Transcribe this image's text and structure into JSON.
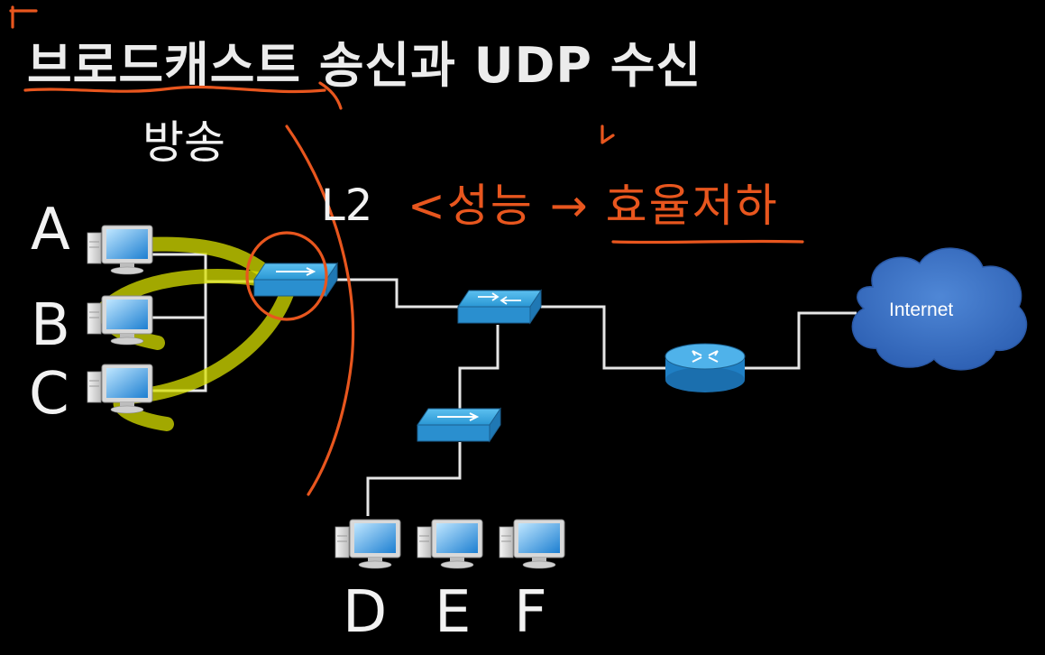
{
  "slide": {
    "title": "브로드캐스트 송신과 UDP 수신"
  },
  "annotations": {
    "broadcast_note": "방송",
    "layer": "L2",
    "performance_note": "<성능 → 효율저하",
    "host_labels_left": [
      "A",
      "B",
      "C"
    ],
    "host_labels_bottom": [
      "D",
      "E",
      "F"
    ]
  },
  "network": {
    "cloud_label": "Internet",
    "devices": [
      "pc-a",
      "pc-b",
      "pc-c",
      "switch-left",
      "switch-core",
      "switch-bottom",
      "router",
      "pc-d",
      "pc-e",
      "pc-f",
      "internet-cloud"
    ]
  },
  "colors": {
    "background": "#000000",
    "ink_orange": "#e8561e",
    "highlight_yellow": "#d8e000",
    "device_blue": "#1e90d0",
    "cloud_blue": "#3a72c4",
    "wire": "#e6e6e6"
  }
}
